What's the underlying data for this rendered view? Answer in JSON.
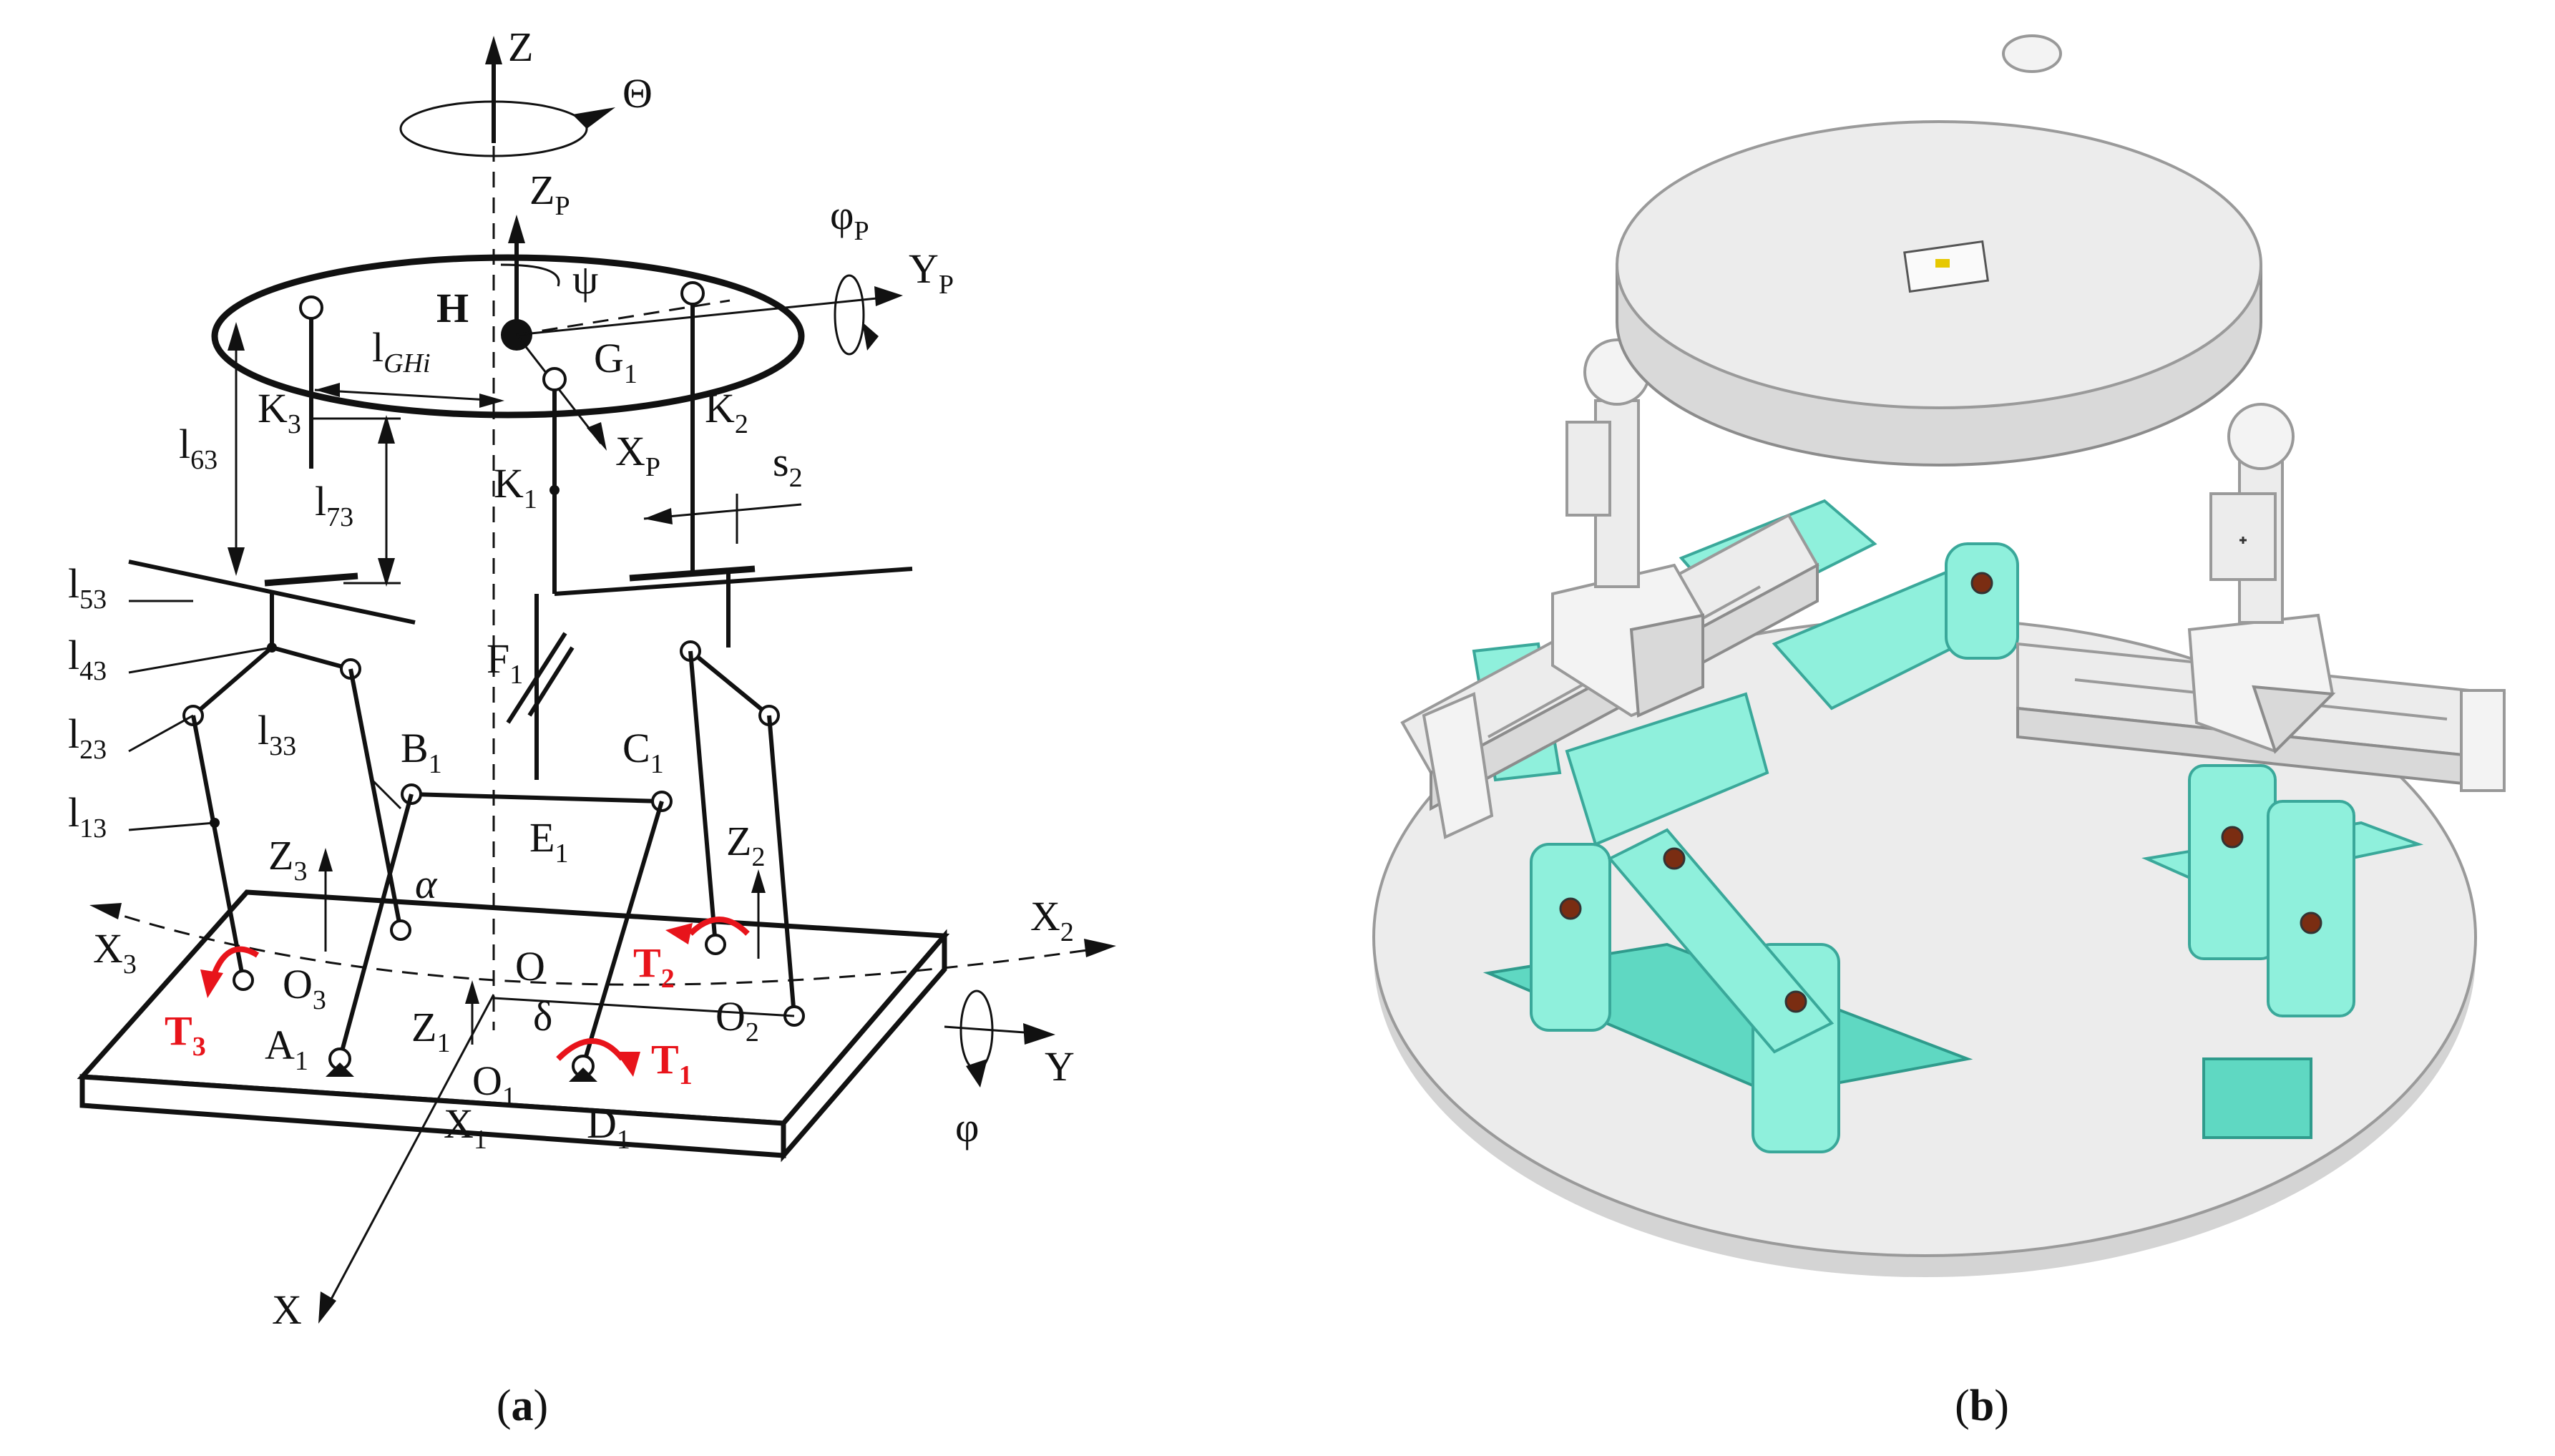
{
  "panel_a": {
    "caption": "(a)",
    "caption_bold": "a",
    "labels": {
      "Z": "Z",
      "Theta": "Θ",
      "ZP": "Z",
      "ZP_sub": "P",
      "psi": "ψ",
      "phiP": "φ",
      "phiP_sub": "P",
      "YP": "Y",
      "YP_sub": "P",
      "H": "H",
      "lGHi": "l",
      "lGHi_sub": "GHi",
      "G1": "G",
      "G1_sub": "1",
      "K3": "K",
      "K3_sub": "3",
      "K2": "K",
      "K2_sub": "2",
      "XP": "X",
      "XP_sub": "P",
      "K1": "K",
      "K1_sub": "1",
      "l63": "l",
      "l63_sub": "63",
      "l73": "l",
      "l73_sub": "73",
      "s2": "s",
      "s2_sub": "2",
      "l53": "l",
      "l53_sub": "53",
      "l43": "l",
      "l43_sub": "43",
      "l23": "l",
      "l23_sub": "23",
      "l33": "l",
      "l33_sub": "33",
      "l13": "l",
      "l13_sub": "13",
      "F1": "F",
      "F1_sub": "1",
      "B1": "B",
      "B1_sub": "1",
      "C1": "C",
      "C1_sub": "1",
      "E1": "E",
      "E1_sub": "1",
      "Z3": "Z",
      "Z3_sub": "3",
      "Z2": "Z",
      "Z2_sub": "2",
      "alpha": "α",
      "X3": "X",
      "X3_sub": "3",
      "X2": "X",
      "X2_sub": "2",
      "O3": "O",
      "O3_sub": "3",
      "O": "O",
      "O2": "O",
      "O2_sub": "2",
      "T3": "T",
      "T3_sub": "3",
      "T2": "T",
      "T2_sub": "2",
      "T1": "T",
      "T1_sub": "1",
      "A1": "A",
      "A1_sub": "1",
      "Z1": "Z",
      "Z1_sub": "1",
      "delta": "δ",
      "O1": "O",
      "O1_sub": "1",
      "X1": "X",
      "X1_sub": "1",
      "D1": "D",
      "D1_sub": "1",
      "Y": "Y",
      "phi": "φ",
      "X": "X"
    }
  },
  "panel_b": {
    "caption": "(b)",
    "caption_bold": "b"
  },
  "colors": {
    "actuator_red": "#e8141b",
    "leg_cyan": "#8ff0dc",
    "platform_grey": "#d9d9d9"
  }
}
